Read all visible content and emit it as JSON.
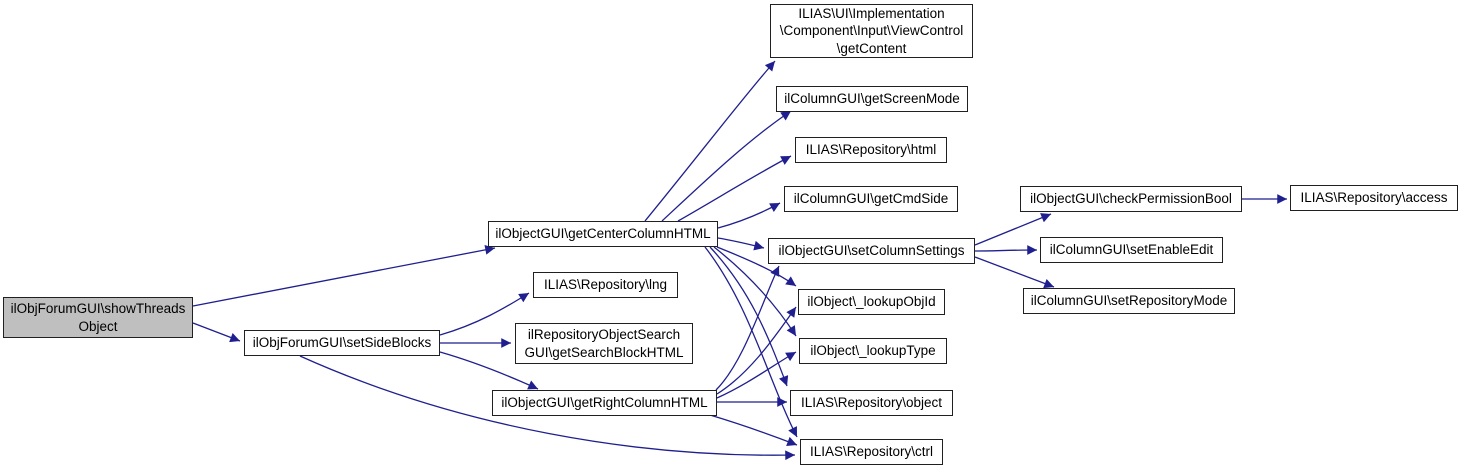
{
  "diagram": {
    "type": "call-graph",
    "edge_color": "#1f1f8f",
    "node_border_color": "#202020",
    "current_node_fill": "#bfbfbf",
    "nodes": {
      "showThreadsObject": {
        "label": "ilObjForumGUI\\showThreads\nObject",
        "current": true
      },
      "setSideBlocks": {
        "label": "ilObjForumGUI\\setSideBlocks"
      },
      "getCenterColumnHTML": {
        "label": "ilObjectGUI\\getCenterColumnHTML"
      },
      "getContent": {
        "label": "ILIAS\\UI\\Implementation\n\\Component\\Input\\ViewControl\n\\getContent"
      },
      "getScreenMode": {
        "label": "ilColumnGUI\\getScreenMode"
      },
      "html": {
        "label": "ILIAS\\Repository\\html"
      },
      "getCmdSide": {
        "label": "ilColumnGUI\\getCmdSide"
      },
      "setColumnSettings": {
        "label": "ilObjectGUI\\setColumnSettings"
      },
      "lookupObjId": {
        "label": "ilObject\\_lookupObjId"
      },
      "lookupType": {
        "label": "ilObject\\_lookupType"
      },
      "repositoryObject": {
        "label": "ILIAS\\Repository\\object"
      },
      "repositoryCtrl": {
        "label": "ILIAS\\Repository\\ctrl"
      },
      "repositoryLng": {
        "label": "ILIAS\\Repository\\lng"
      },
      "getSearchBlockHTML": {
        "label": "ilRepositoryObjectSearch\nGUI\\getSearchBlockHTML"
      },
      "getRightColumnHTML": {
        "label": "ilObjectGUI\\getRightColumnHTML"
      },
      "checkPermissionBool": {
        "label": "ilObjectGUI\\checkPermissionBool"
      },
      "repositoryAccess": {
        "label": "ILIAS\\Repository\\access"
      },
      "setEnableEdit": {
        "label": "ilColumnGUI\\setEnableEdit"
      },
      "setRepositoryMode": {
        "label": "ilColumnGUI\\setRepositoryMode"
      }
    },
    "edges": [
      {
        "from": "showThreadsObject",
        "to": "getCenterColumnHTML"
      },
      {
        "from": "showThreadsObject",
        "to": "setSideBlocks"
      },
      {
        "from": "setSideBlocks",
        "to": "repositoryLng"
      },
      {
        "from": "setSideBlocks",
        "to": "getSearchBlockHTML"
      },
      {
        "from": "setSideBlocks",
        "to": "getRightColumnHTML"
      },
      {
        "from": "setSideBlocks",
        "to": "repositoryCtrl"
      },
      {
        "from": "getCenterColumnHTML",
        "to": "getContent"
      },
      {
        "from": "getCenterColumnHTML",
        "to": "getScreenMode"
      },
      {
        "from": "getCenterColumnHTML",
        "to": "html"
      },
      {
        "from": "getCenterColumnHTML",
        "to": "getCmdSide"
      },
      {
        "from": "getCenterColumnHTML",
        "to": "setColumnSettings"
      },
      {
        "from": "getCenterColumnHTML",
        "to": "lookupObjId"
      },
      {
        "from": "getCenterColumnHTML",
        "to": "lookupType"
      },
      {
        "from": "getCenterColumnHTML",
        "to": "repositoryObject"
      },
      {
        "from": "getCenterColumnHTML",
        "to": "repositoryCtrl"
      },
      {
        "from": "getRightColumnHTML",
        "to": "setColumnSettings"
      },
      {
        "from": "getRightColumnHTML",
        "to": "lookupObjId"
      },
      {
        "from": "getRightColumnHTML",
        "to": "lookupType"
      },
      {
        "from": "getRightColumnHTML",
        "to": "repositoryObject"
      },
      {
        "from": "getRightColumnHTML",
        "to": "repositoryCtrl"
      },
      {
        "from": "setColumnSettings",
        "to": "checkPermissionBool"
      },
      {
        "from": "setColumnSettings",
        "to": "setEnableEdit"
      },
      {
        "from": "setColumnSettings",
        "to": "setRepositoryMode"
      },
      {
        "from": "checkPermissionBool",
        "to": "repositoryAccess"
      }
    ]
  }
}
